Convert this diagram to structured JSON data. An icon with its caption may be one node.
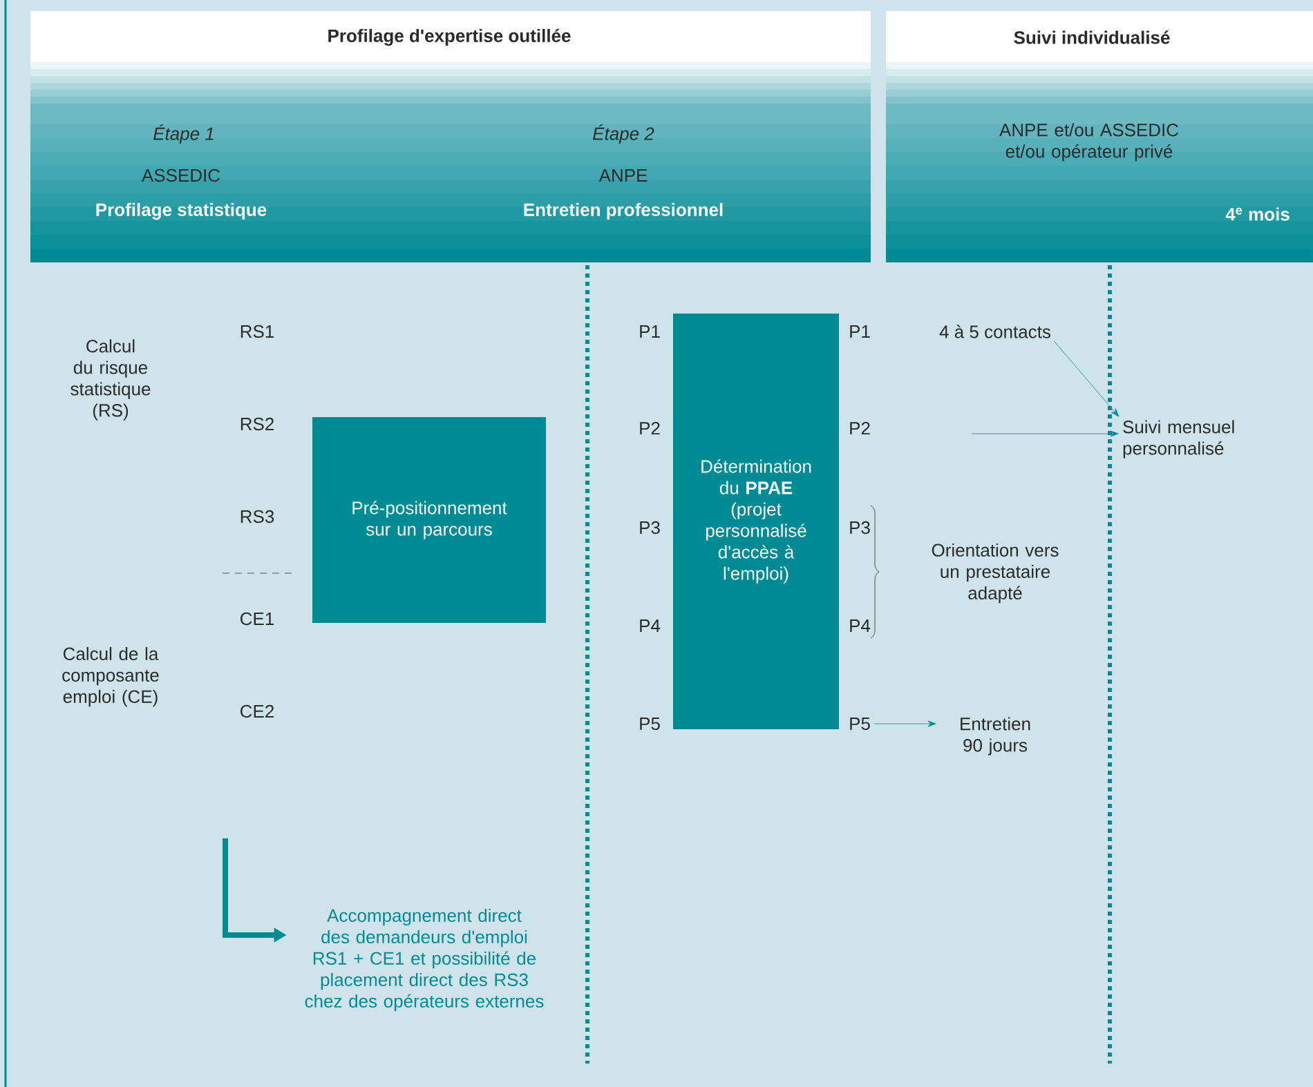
{
  "diagram": {
    "nodes": [
      {
        "text": [
          "Profilage d'expertise outillée",
          "Étape 1",
          "ASSEDIC",
          "Profilage statistique",
          "Étape 2",
          "ANPE",
          "Entretien professionnel"
        ]
      },
      {
        "text": [
          "Suivi individualisé",
          "ANPE et/ou ASSEDIC et/ou opérateur privé",
          "4$^{e}$ mois"
        ]
      },
      {
        "text": [
          "Pré-positionnement sur un parcours"
        ]
      },
      {
        "text": [
          "Détermination du **PPAE** (projet personnalisé d'accès à l'emploi)"
        ]
      },
      {
        "text": [
          "4 à 5 contacts"
        ]
      },
      {
        "text": [
          "Suivi mensuel personnalisé"
        ]
      },
      {
        "text": [
          "Entretien 90 jours"
        ]
      },
      {
        "text": [
          "Accompagnement direct des demandeurs d'emploi RS1 + CE1 et possibilité de placement direct des RS3 chez des opérateurs externes"
        ]
      },
      {
        "text": [
          "P5"
        ]
      }
    ],
    "edges": [
      {
        "from": 4,
        "to": 5,
        "arrow": "to"
      },
      {
        "from": null,
        "to": 5,
        "arrow": "to"
      },
      {
        "from": 8,
        "to": 6,
        "arrow": "to"
      },
      {
        "from": null,
        "to": 7,
        "arrow": "to",
        "style": "thick"
      }
    ],
    "labels": [
      "Calcul du risque statistique (RS)",
      "RS1",
      "RS2",
      "RS3",
      "Calcul de la composante emploi (CE)",
      "CE1",
      "CE2",
      "P1",
      "P2",
      "P3",
      "P4",
      "P5",
      "P1",
      "P2",
      "P3",
      "P4",
      "Orientation vers un prestataire adapté"
    ]
  }
}
